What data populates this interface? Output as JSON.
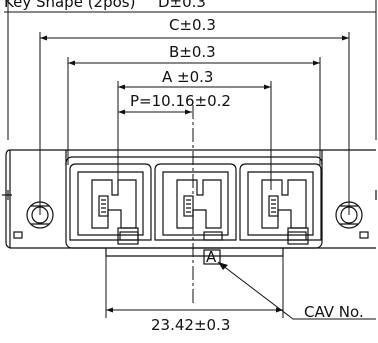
{
  "labels": {
    "top": "Key Shape (2pos)",
    "top_tol": "D±0.3",
    "dim_c": "C±0.3",
    "dim_b": "B±0.3",
    "dim_a": "A ±0.3",
    "dim_p": "P=10.16±0.2",
    "dim_bottom": "23.42±0.3",
    "cav_letter": "A",
    "cav_no": "CAV No."
  }
}
